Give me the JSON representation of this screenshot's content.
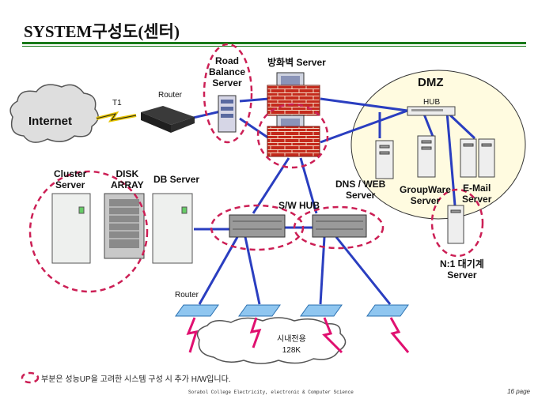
{
  "title": "SYSTEM구성도(센터)",
  "labels": {
    "internet": "Internet",
    "t1": "T1",
    "router_top": "Router",
    "road_balance": "Road\nBalance\nServer",
    "firewall": "방화벽 Server",
    "dmz": "DMZ",
    "hub": "HUB",
    "cluster": "Cluster\nServer",
    "disk": "DISK\nARRAY",
    "db": "DB Server",
    "dns": "DNS / WEB\nServer",
    "groupware": "GroupWare\nServer",
    "email": "E-Mail\nServer",
    "swhub": "S/W HUB",
    "standby": "N:1 대기계\nServer",
    "router_bottom": "Router",
    "intranet": "시내전용\n128K"
  },
  "legend": "부분은 성능UP을 고려한 시스템 구성 시 추가 H/W입니다.",
  "footer": "Sorabol College Electricity, electronic & Computer Science",
  "page": "16 page",
  "colors": {
    "accent_line": "#1a7a1a",
    "network_line": "#2a3ec0",
    "dashed_circle": "#cc1f55",
    "dmz_fill": "#fffbe0"
  }
}
